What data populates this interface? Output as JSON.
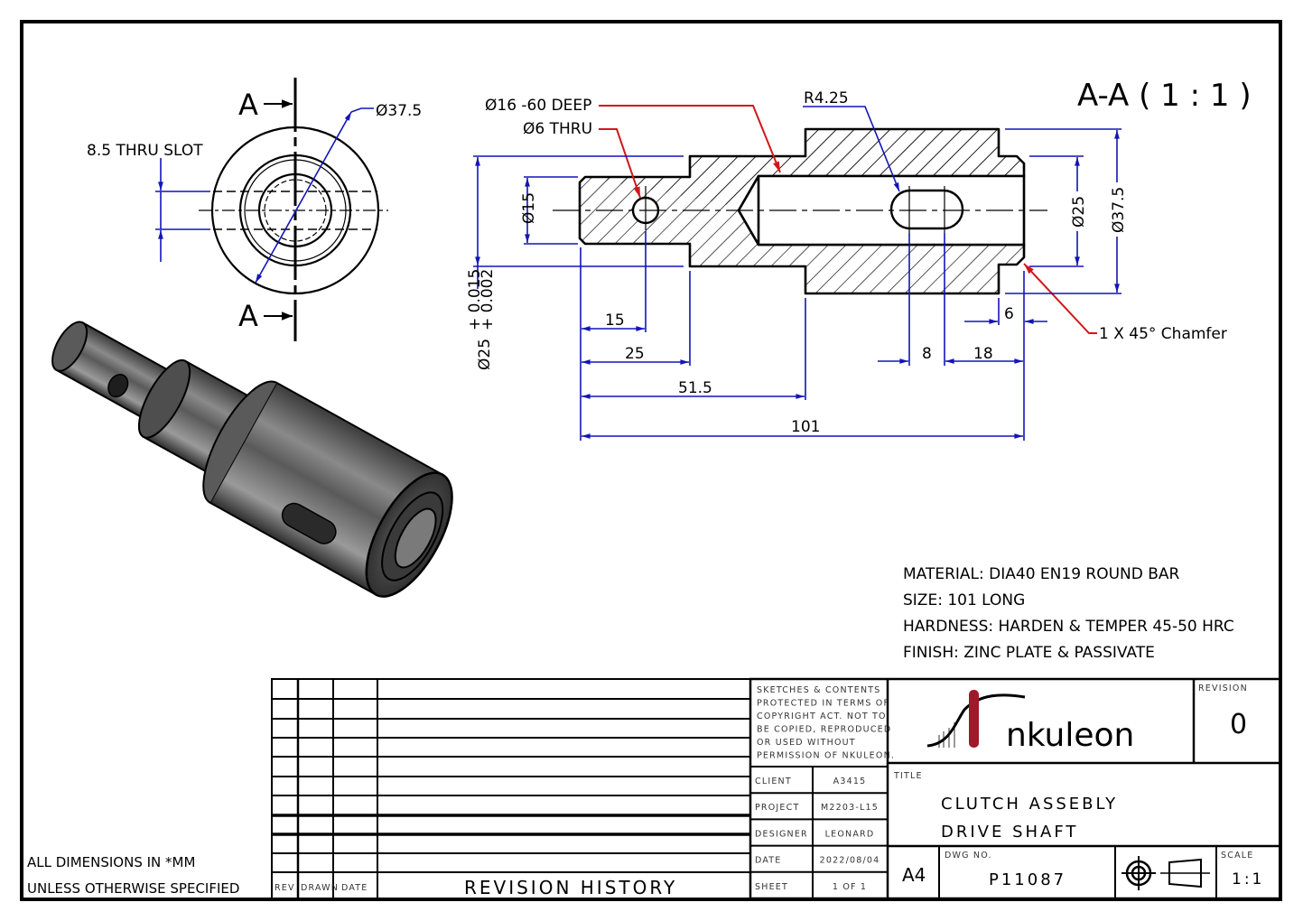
{
  "colors": {
    "dimension": "#1414b8",
    "leader_red": "#d01818",
    "outline": "#000000",
    "logo_accent": "#a0182a"
  },
  "end_view": {
    "section_marker_top": "A",
    "section_marker_bottom": "A",
    "slot_label": "8.5 THRU SLOT",
    "diameter_label": "Ø37.5"
  },
  "section_view": {
    "title": "A-A ( 1 : 1 )",
    "callouts": {
      "bore": "Ø16 -60 DEEP",
      "cross_hole": "Ø6 THRU",
      "slot_radius": "R4.25",
      "chamfer": "1 X 45° Chamfer"
    },
    "dimensions": {
      "d_small": "Ø15",
      "d_mid_main": "Ø25",
      "d_mid_tol_upper": "+ 0.015",
      "d_mid_tol_lower": "+ 0.002",
      "d_bore_end": "Ø25",
      "d_outer": "Ø37.5",
      "len_15": "15",
      "len_25": "25",
      "len_51_5": "51.5",
      "len_101": "101",
      "len_6": "6",
      "len_8": "8",
      "len_18": "18"
    }
  },
  "notes": {
    "material": "MATERIAL: DIA40 EN19 ROUND BAR",
    "size": "SIZE: 101 LONG",
    "hardness": "HARDNESS: HARDEN & TEMPER 45-50 HRC",
    "finish": "FINISH: ZINC PLATE & PASSIVATE"
  },
  "units_note": {
    "line1": "ALL DIMENSIONS IN *MM",
    "line2": "UNLESS OTHERWISE SPECIFIED"
  },
  "revision_table": {
    "headers": [
      "REV",
      "DRAWN",
      "DATE",
      "REVISION HISTORY"
    ],
    "rows": []
  },
  "title_block": {
    "copyright": [
      "SKETCHES & CONTENTS",
      "PROTECTED IN TERMS OF",
      "COPYRIGHT ACT. NOT TO",
      "BE COPIED, REPRODUCED",
      "OR USED WITHOUT",
      "PERMISSION OF NKULEON."
    ],
    "logo_text": "nkuleon",
    "revision_label": "REVISION",
    "revision_value": "0",
    "fields": [
      {
        "label": "CLIENT",
        "value": "A3415"
      },
      {
        "label": "PROJECT",
        "value": "M2203-L15"
      },
      {
        "label": "DESIGNER",
        "value": "LEONARD"
      },
      {
        "label": "DATE",
        "value": "2022/08/04"
      },
      {
        "label": "SHEET",
        "value": "1 OF 1"
      }
    ],
    "title_label": "TITLE",
    "title_line1": "CLUTCH ASSEBLY",
    "title_line2": "DRIVE SHAFT",
    "paper_size": "A4",
    "dwg_no_label": "DWG NO.",
    "dwg_no": "P11087",
    "projection_icon": "third-angle-projection-icon",
    "scale_label": "SCALE",
    "scale_value": "1:1"
  }
}
